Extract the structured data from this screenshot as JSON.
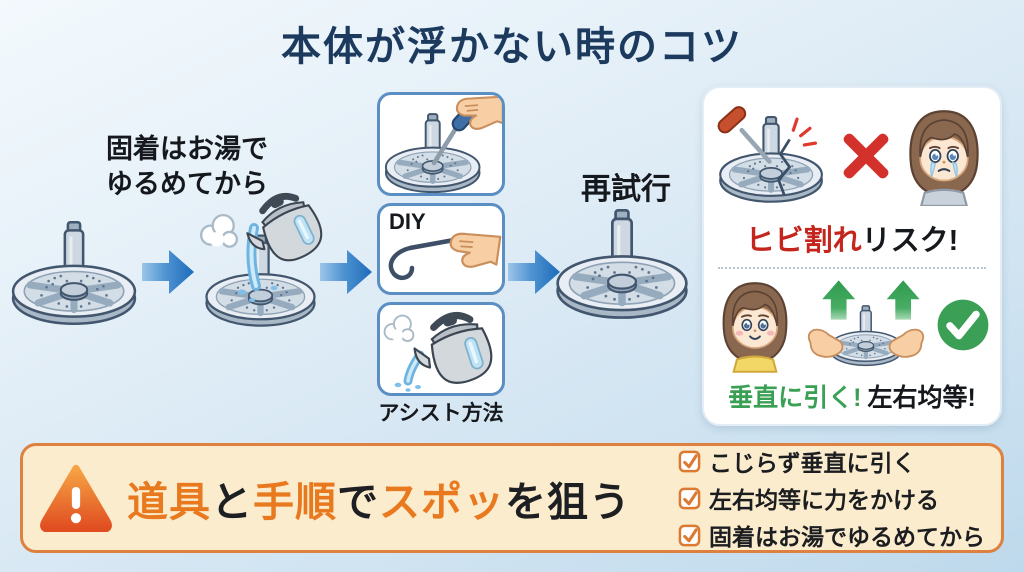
{
  "title": "本体が浮かない時のコツ",
  "flow": {
    "left_caption": "固着はお湯で\nゆるめてから",
    "diy_label": "DIY",
    "assist_caption": "アシスト方法",
    "retry_label": "再試行"
  },
  "risk_card": {
    "risk_text_accent": "ヒビ割れ",
    "risk_text_rest": "リスク!",
    "ok_text_accent": "垂直に引く!",
    "ok_text_rest": "左右均等!"
  },
  "banner": {
    "headline_segments": [
      {
        "text": "道具",
        "accent": true
      },
      {
        "text": "と",
        "accent": false
      },
      {
        "text": "手順",
        "accent": true
      },
      {
        "text": "で",
        "accent": false
      },
      {
        "text": "スポッ",
        "accent": true
      },
      {
        "text": "を狙う",
        "accent": false
      }
    ],
    "checklist": [
      "こじらず垂直に引く",
      "左右均等に力をかける",
      "固着はお湯でゆるめてから"
    ]
  },
  "icons": {
    "warning-triangle-icon": "⚠",
    "cross-icon": "✖",
    "check-circle-icon": "✔",
    "up-arrow-icon": "↑",
    "flow-arrow-icon": "→",
    "checkbox-checked-icon": "☑"
  },
  "colors": {
    "title_navy": "#1c3a5e",
    "ink": "#15181c",
    "arrow_blue": "#1e6cba",
    "panel_border": "#5b8fc3",
    "risk_red": "#c4261d",
    "ok_green": "#3aa053",
    "check_green": "#3ba055",
    "banner_bg": "#fbeccd",
    "banner_border": "#dd8040",
    "accent_orange": "#e8791f"
  }
}
